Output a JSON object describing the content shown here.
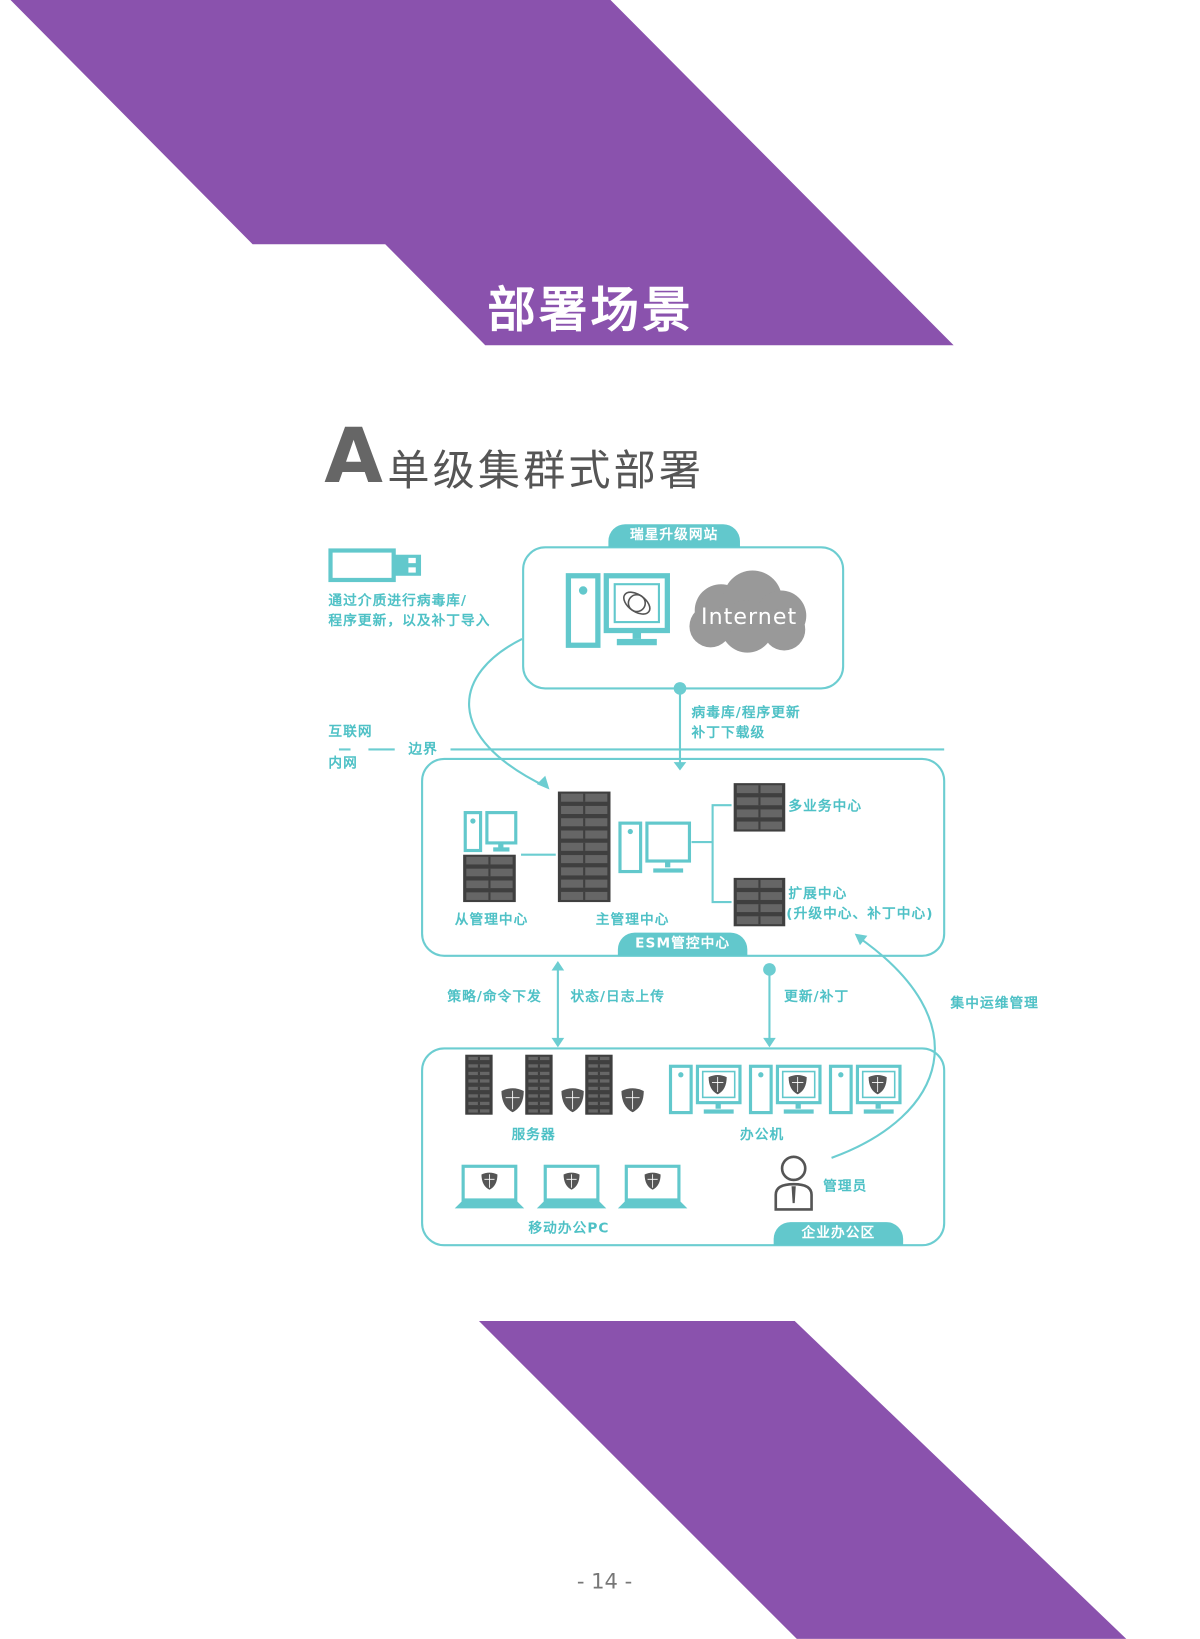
{
  "header": {
    "title": "部署场景"
  },
  "section": {
    "letter": "A",
    "title": "单级集群式部署"
  },
  "colors": {
    "purple": "#8a52ad",
    "teal": "#62c8cc",
    "gray": "#999999",
    "dark": "#444444"
  },
  "diagram": {
    "upgrade_site": {
      "label": "瑞星升级网站",
      "cloud": "Internet"
    },
    "usb_note": [
      "通过介质进行病毒库/",
      "程序更新，以及补丁导入"
    ],
    "download_note": [
      "病毒库/程序更新",
      "补丁下载级"
    ],
    "boundary": {
      "internet": "互联网",
      "label": "边界",
      "intranet": "内网"
    },
    "esm": {
      "label": "ESM管控中心",
      "slave": "从管理中心",
      "master": "主管理中心",
      "multi": "多业务中心",
      "ext": "扩展中心",
      "ext_sub": "(升级中心、补丁中心)"
    },
    "flows": {
      "policy": "策略/命令下发",
      "status": "状态/日志上传",
      "update": "更新/补丁",
      "ops": "集中运维管理"
    },
    "office": {
      "label": "企业办公区",
      "servers": "服务器",
      "desktops": "办公机",
      "laptops": "移动办公PC",
      "admin": "管理员"
    }
  },
  "footer": {
    "page": "- 14 -"
  }
}
